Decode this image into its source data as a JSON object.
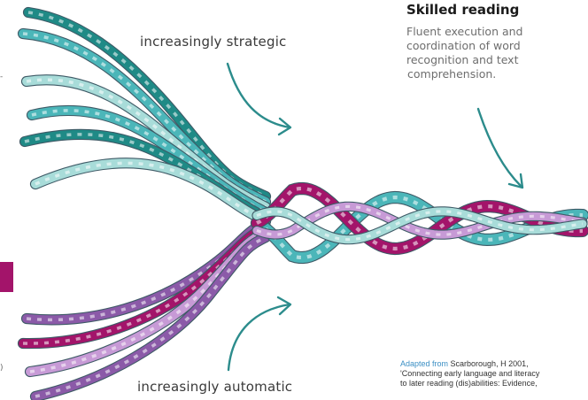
{
  "labels": {
    "upper": "increasingly strategic",
    "lower": "increasingly automatic"
  },
  "skilled_reading": {
    "title": "Skilled reading",
    "description_lines": [
      "Fluent execution and",
      "coordination of word",
      "recognition and text",
      "comprehension."
    ]
  },
  "citation": {
    "highlight": "Adapted from",
    "line1_rest": " Scarborough, H 2001,",
    "line2": "'Connecting early language and literacy",
    "line3": "to later reading (dis)abilities: Evidence,"
  },
  "edge_marks": {
    "mark1": "-",
    "mark2": ")"
  },
  "colors": {
    "teal_dark": "#1f8a86",
    "teal_mid": "#4bb6b9",
    "teal_light": "#a8dcd9",
    "magenta": "#a3146a",
    "purple": "#8b5aa8",
    "lilac": "#c79ad6",
    "arrow": "#2c8c8c",
    "accent": "#a3146a"
  }
}
